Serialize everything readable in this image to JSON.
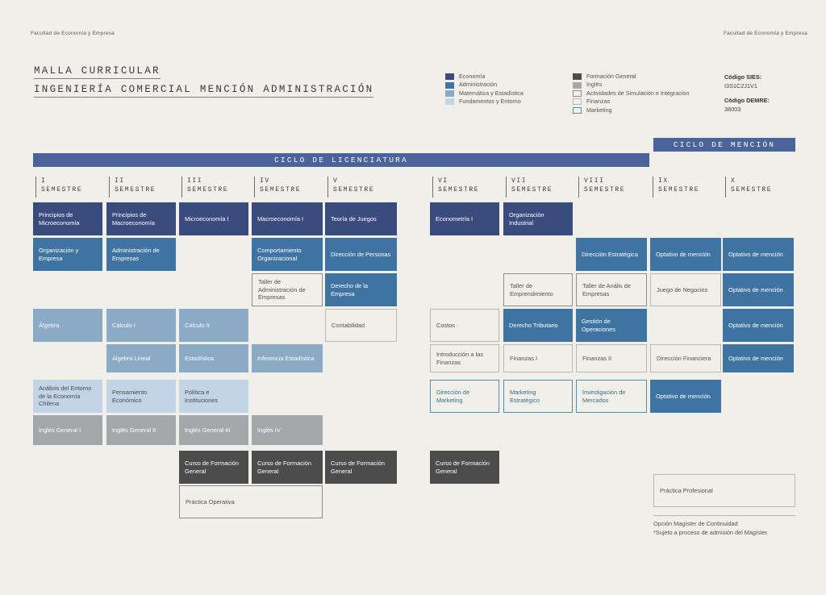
{
  "page": {
    "runhead_left": "Facultad de Economía y Empresa",
    "runhead_right": "Facultad de Economía y Empresa",
    "title_line1": "MALLA CURRICULAR",
    "title_line2": "INGENIERÍA COMERCIAL MENCIÓN ADMINISTRACIÓN",
    "bg_color": "#f0efea"
  },
  "legend": {
    "column_left": [
      {
        "label": "Economía",
        "color": "#3a4c7e",
        "style": "fill"
      },
      {
        "label": "Administración",
        "color": "#3f74a2",
        "style": "fill"
      },
      {
        "label": "Matemática y Estadística",
        "color": "#8aaac6",
        "style": "fill"
      },
      {
        "label": "Fundamentos y Entorno",
        "color": "#c3d4e6",
        "style": "fill"
      }
    ],
    "column_right": [
      {
        "label": "Formación General",
        "color": "#4c4c4c",
        "style": "fill"
      },
      {
        "label": "Inglés",
        "color": "#a5a8ab",
        "style": "fill"
      },
      {
        "label": "Actividades de Simulación e Integración",
        "color": "#8d8c86",
        "style": "outline"
      },
      {
        "label": "Finanzas",
        "color": "#b9b8b2",
        "style": "outline"
      },
      {
        "label": "Marketing",
        "color": "#4e8fa8",
        "style": "outline"
      }
    ]
  },
  "codes": {
    "sies_label": "Código SIES:",
    "sies_value": "I3S1C2J1V1",
    "demre_label": "Código DEMRE:",
    "demre_value": "38003"
  },
  "cycles": {
    "licenciatura": "CICLO DE LICENCIATURA",
    "mencion": "CICLO DE MENCIÓN"
  },
  "semesters": [
    {
      "roman": "I",
      "word": "SEMESTRE"
    },
    {
      "roman": "II",
      "word": "SEMESTRE"
    },
    {
      "roman": "III",
      "word": "SEMESTRE"
    },
    {
      "roman": "IV",
      "word": "SEMESTRE"
    },
    {
      "roman": "V",
      "word": "SEMESTRE"
    },
    {
      "roman": "VI",
      "word": "SEMESTRE"
    },
    {
      "roman": "VII",
      "word": "SEMESTRE"
    },
    {
      "roman": "VIII",
      "word": "SEMESTRE"
    },
    {
      "roman": "IX",
      "word": "SEMESTRE"
    },
    {
      "roman": "X",
      "word": "SEMESTRE"
    }
  ],
  "courses": [
    {
      "name": "Principios de Microeconomía",
      "col": 1,
      "row": 1,
      "cat": "eco"
    },
    {
      "name": "Organización y Empresa",
      "col": 1,
      "row": 2,
      "cat": "adm"
    },
    {
      "name": "Álgebra",
      "col": 1,
      "row": 4,
      "cat": "mat"
    },
    {
      "name": "Análisis del Entorno de la Economía Chilena",
      "col": 1,
      "row": 6,
      "cat": "fund"
    },
    {
      "name": "Inglés General I",
      "col": 1,
      "row": 7,
      "cat": "ing"
    },
    {
      "name": "Principios de Macroeconomía",
      "col": 2,
      "row": 1,
      "cat": "eco"
    },
    {
      "name": "Administración de Empresas",
      "col": 2,
      "row": 2,
      "cat": "adm"
    },
    {
      "name": "Cálculo I",
      "col": 2,
      "row": 4,
      "cat": "mat"
    },
    {
      "name": "Álgebra Lineal",
      "col": 2,
      "row": 5,
      "cat": "mat"
    },
    {
      "name": "Pensamiento Económico",
      "col": 2,
      "row": 6,
      "cat": "fund"
    },
    {
      "name": "Inglés General II",
      "col": 2,
      "row": 7,
      "cat": "ing"
    },
    {
      "name": "Microeconomía I",
      "col": 3,
      "row": 1,
      "cat": "eco"
    },
    {
      "name": "Cálculo II",
      "col": 3,
      "row": 4,
      "cat": "mat"
    },
    {
      "name": "Estadística",
      "col": 3,
      "row": 5,
      "cat": "mat"
    },
    {
      "name": "Política e Instituciones",
      "col": 3,
      "row": 6,
      "cat": "fund"
    },
    {
      "name": "Inglés General III",
      "col": 3,
      "row": 7,
      "cat": "ing"
    },
    {
      "name": "Curso de Formación General",
      "col": 3,
      "row": 8,
      "cat": "fg"
    },
    {
      "name": "Macroeconomía I",
      "col": 4,
      "row": 1,
      "cat": "eco"
    },
    {
      "name": "Comportamiento Organizacional",
      "col": 4,
      "row": 2,
      "cat": "adm"
    },
    {
      "name": "Taller de Administración de Empresas",
      "col": 4,
      "row": 3,
      "cat": "sim"
    },
    {
      "name": "Inferencia Estadística",
      "col": 4,
      "row": 5,
      "cat": "mat"
    },
    {
      "name": "Inglés IV",
      "col": 4,
      "row": 7,
      "cat": "ing"
    },
    {
      "name": "Curso de Formación General",
      "col": 4,
      "row": 8,
      "cat": "fg"
    },
    {
      "name": "Teoría de Juegos",
      "col": 5,
      "row": 1,
      "cat": "eco"
    },
    {
      "name": "Dirección de Personas",
      "col": 5,
      "row": 2,
      "cat": "adm"
    },
    {
      "name": "Derecho de la Empresa",
      "col": 5,
      "row": 3,
      "cat": "adm"
    },
    {
      "name": "Contabilidad",
      "col": 5,
      "row": 4,
      "cat": "fin"
    },
    {
      "name": "Curso de Formación General",
      "col": 5,
      "row": 8,
      "cat": "fg"
    },
    {
      "name": "Econometría I",
      "col": 6,
      "row": 1,
      "cat": "eco"
    },
    {
      "name": "Costos",
      "col": 6,
      "row": 4,
      "cat": "fin"
    },
    {
      "name": "Introducción a las Finanzas",
      "col": 6,
      "row": 5,
      "cat": "fin"
    },
    {
      "name": "Dirección de Marketing",
      "col": 6,
      "row": 6,
      "cat": "mkt"
    },
    {
      "name": "Curso de Formación General",
      "col": 6,
      "row": 8,
      "cat": "fg"
    },
    {
      "name": "Organización Industrial",
      "col": 7,
      "row": 1,
      "cat": "eco"
    },
    {
      "name": "Taller de Emprendimiento",
      "col": 7,
      "row": 3,
      "cat": "sim"
    },
    {
      "name": "Derecho Tributario",
      "col": 7,
      "row": 4,
      "cat": "adm"
    },
    {
      "name": "Finanzas I",
      "col": 7,
      "row": 5,
      "cat": "fin"
    },
    {
      "name": "Marketing Estratégico",
      "col": 7,
      "row": 6,
      "cat": "mkt"
    },
    {
      "name": "Dirección Estratégica",
      "col": 8,
      "row": 2,
      "cat": "adm"
    },
    {
      "name": "Taller de Anális de Empresas",
      "col": 8,
      "row": 3,
      "cat": "sim"
    },
    {
      "name": "Gestión de Operaciones",
      "col": 8,
      "row": 4,
      "cat": "adm"
    },
    {
      "name": "Finanzas II",
      "col": 8,
      "row": 5,
      "cat": "fin"
    },
    {
      "name": "Investigacion de Mercados",
      "col": 8,
      "row": 6,
      "cat": "mkt"
    },
    {
      "name": "Optativo de mención",
      "col": 9,
      "row": 2,
      "cat": "adm"
    },
    {
      "name": "Juego de Negocios",
      "col": 9,
      "row": 3,
      "cat": "fin"
    },
    {
      "name": "Dirección Financiera",
      "col": 9,
      "row": 5,
      "cat": "fin"
    },
    {
      "name": "Optativo de mención",
      "col": 9,
      "row": 6,
      "cat": "adm"
    },
    {
      "name": "Optativo de mención",
      "col": 10,
      "row": 2,
      "cat": "adm"
    },
    {
      "name": "Optativo de mención",
      "col": 10,
      "row": 3,
      "cat": "adm"
    },
    {
      "name": "Optativo de mención",
      "col": 10,
      "row": 4,
      "cat": "adm"
    },
    {
      "name": "Optativo de mención",
      "col": 10,
      "row": 5,
      "cat": "adm"
    }
  ],
  "extras": {
    "practica_operativa": "Práctica Operativa",
    "practica_profesional": "Práctica Profesional",
    "note_line1": "Opción Magíster de Continuidad",
    "note_line2": "*Sujeto a proceso de admisión del Magíster"
  }
}
